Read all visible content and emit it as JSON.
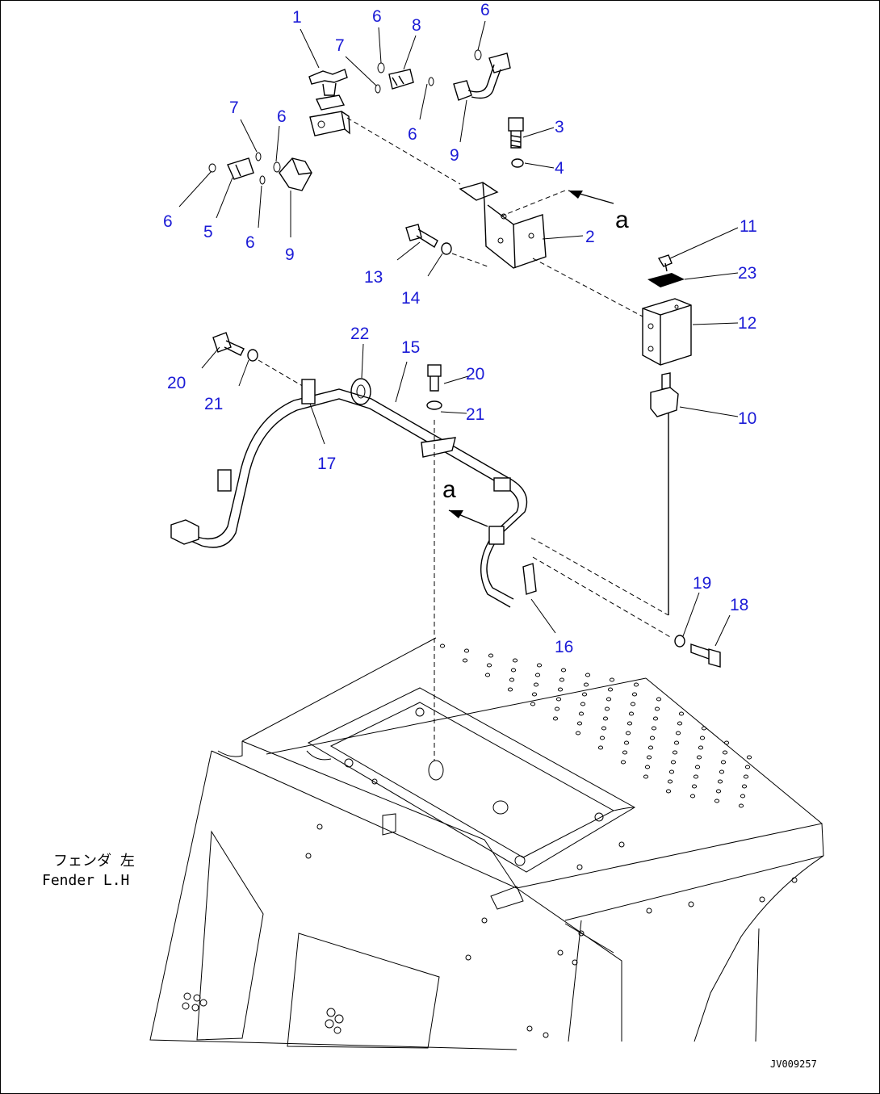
{
  "diagram": {
    "callouts": [
      {
        "id": "c1",
        "text": "1"
      },
      {
        "id": "c6a",
        "text": "6"
      },
      {
        "id": "c8",
        "text": "8"
      },
      {
        "id": "c6b",
        "text": "6"
      },
      {
        "id": "c7a",
        "text": "7"
      },
      {
        "id": "c7b",
        "text": "7"
      },
      {
        "id": "c6c",
        "text": "6"
      },
      {
        "id": "c6d",
        "text": "6"
      },
      {
        "id": "c9a",
        "text": "9"
      },
      {
        "id": "c3",
        "text": "3"
      },
      {
        "id": "c4",
        "text": "4"
      },
      {
        "id": "c6e",
        "text": "6"
      },
      {
        "id": "c5",
        "text": "5"
      },
      {
        "id": "c6f",
        "text": "6"
      },
      {
        "id": "c9b",
        "text": "9"
      },
      {
        "id": "c2",
        "text": "2"
      },
      {
        "id": "c11",
        "text": "11"
      },
      {
        "id": "c23",
        "text": "23"
      },
      {
        "id": "c13",
        "text": "13"
      },
      {
        "id": "c14",
        "text": "14"
      },
      {
        "id": "c12",
        "text": "12"
      },
      {
        "id": "c22",
        "text": "22"
      },
      {
        "id": "c15",
        "text": "15"
      },
      {
        "id": "c20a",
        "text": "20"
      },
      {
        "id": "c20b",
        "text": "20"
      },
      {
        "id": "c21a",
        "text": "21"
      },
      {
        "id": "c21b",
        "text": "21"
      },
      {
        "id": "c10",
        "text": "10"
      },
      {
        "id": "c17",
        "text": "17"
      },
      {
        "id": "c19",
        "text": "19"
      },
      {
        "id": "c18",
        "text": "18"
      },
      {
        "id": "c16",
        "text": "16"
      }
    ],
    "view_markers": [
      "a",
      "a"
    ],
    "fender_note_jp": "フェンダ 左",
    "fender_note_en": "Fender L.H",
    "drawing_code": "JV009257"
  }
}
